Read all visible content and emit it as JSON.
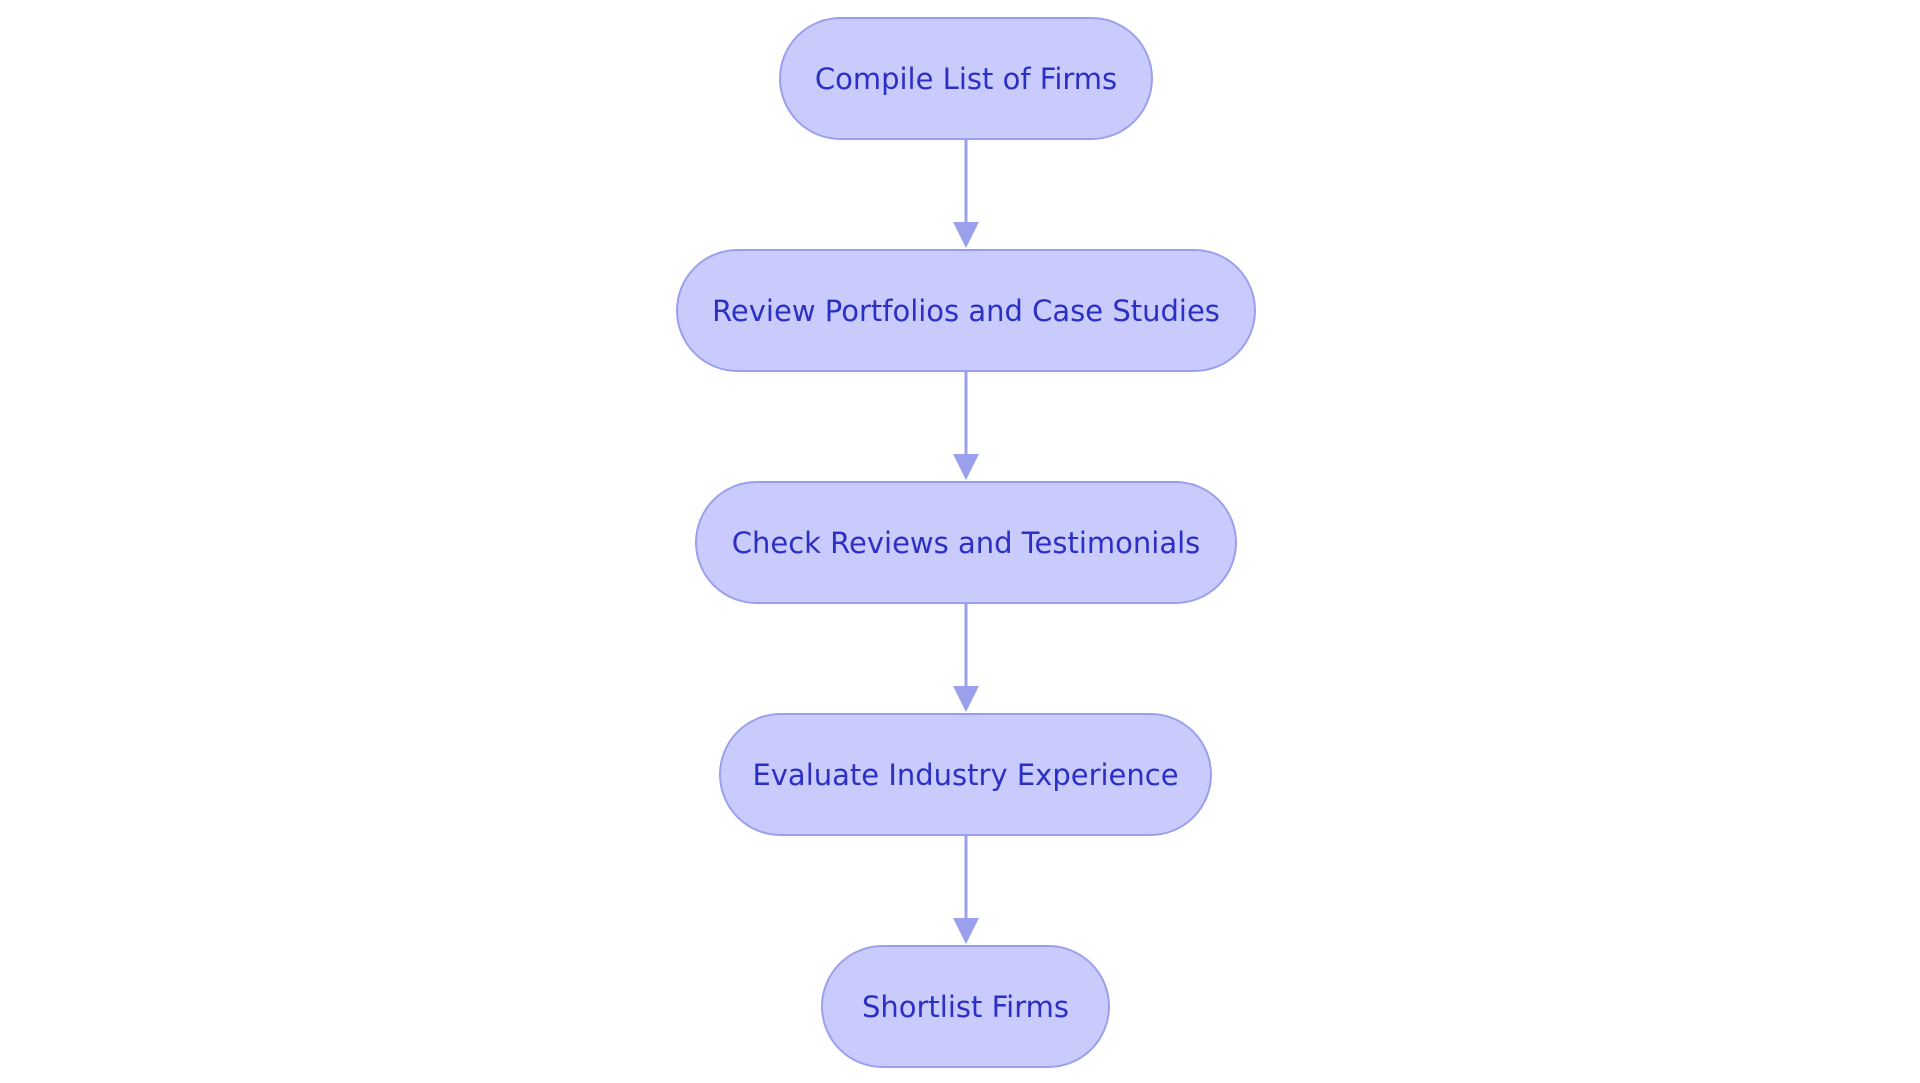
{
  "diagram": {
    "type": "flowchart",
    "direction": "top-to-bottom",
    "colors": {
      "node_fill": "#c9cbfd",
      "node_border": "#9ba0ec",
      "node_text": "#2b2fc4",
      "edge": "#9ba0ec",
      "background": "#ffffff"
    },
    "nodes": [
      {
        "id": "n1",
        "label": "Compile List of Firms"
      },
      {
        "id": "n2",
        "label": "Review Portfolios and Case Studies"
      },
      {
        "id": "n3",
        "label": "Check Reviews and Testimonials"
      },
      {
        "id": "n4",
        "label": "Evaluate Industry Experience"
      },
      {
        "id": "n5",
        "label": "Shortlist Firms"
      }
    ],
    "edges": [
      {
        "from": "n1",
        "to": "n2"
      },
      {
        "from": "n2",
        "to": "n3"
      },
      {
        "from": "n3",
        "to": "n4"
      },
      {
        "from": "n4",
        "to": "n5"
      }
    ]
  }
}
